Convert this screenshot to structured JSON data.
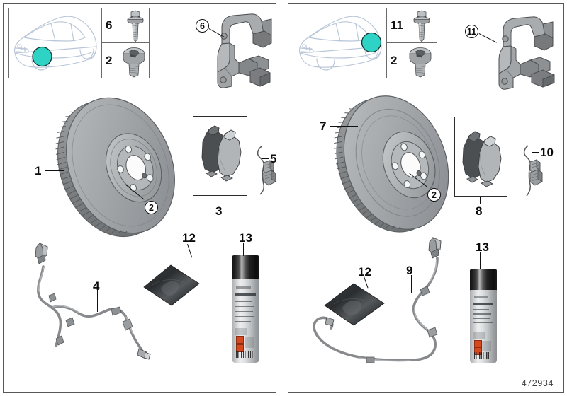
{
  "diagram": {
    "part_number": "472934",
    "accent_marker_color": "#2fd3c6",
    "line_color": "#111111",
    "metal_color": "#9b9ea1"
  },
  "panels": [
    {
      "id": "front-axle",
      "car_inset": {
        "marker_position": "front-wheel",
        "marker_color": "#2fd3c6"
      },
      "bolt_cells": [
        {
          "number": "6",
          "icon": "flange-hex-bolt-icon"
        },
        {
          "number": "2",
          "icon": "countersunk-socket-screw-icon"
        }
      ],
      "callouts": [
        {
          "number": "6",
          "style": "circle",
          "target": "caliper-carrier"
        },
        {
          "number": "1",
          "style": "plain",
          "target": "brake-disc-front"
        },
        {
          "number": "2",
          "style": "circle",
          "target": "disc-retaining-screw"
        },
        {
          "number": "3",
          "style": "plain",
          "target": "brake-pad-set-front"
        },
        {
          "number": "5",
          "style": "plain",
          "target": "pad-retaining-spring-front"
        },
        {
          "number": "4",
          "style": "plain",
          "target": "brake-pad-wear-sensor-front"
        },
        {
          "number": "12",
          "style": "plain",
          "target": "lubricant-sachet"
        },
        {
          "number": "13",
          "style": "plain",
          "target": "brake-cleaner-spray"
        }
      ]
    },
    {
      "id": "rear-axle",
      "car_inset": {
        "marker_position": "rear-wheel",
        "marker_color": "#2fd3c6"
      },
      "bolt_cells": [
        {
          "number": "11",
          "icon": "flange-hex-bolt-icon"
        },
        {
          "number": "2",
          "icon": "countersunk-socket-screw-icon"
        }
      ],
      "callouts": [
        {
          "number": "11",
          "style": "circle",
          "target": "caliper-carrier-rear"
        },
        {
          "number": "7",
          "style": "plain",
          "target": "brake-disc-rear"
        },
        {
          "number": "2",
          "style": "circle",
          "target": "disc-retaining-screw-rear"
        },
        {
          "number": "8",
          "style": "plain",
          "target": "brake-pad-set-rear"
        },
        {
          "number": "10",
          "style": "plain",
          "target": "pad-retaining-spring-rear"
        },
        {
          "number": "9",
          "style": "plain",
          "target": "brake-pad-wear-sensor-rear"
        },
        {
          "number": "12",
          "style": "plain",
          "target": "lubricant-sachet-rear"
        },
        {
          "number": "13",
          "style": "plain",
          "target": "brake-cleaner-spray-rear"
        }
      ]
    }
  ],
  "labels": {
    "n1": "1",
    "n2": "2",
    "n3": "3",
    "n4": "4",
    "n5": "5",
    "n6": "6",
    "n7": "7",
    "n8": "8",
    "n9": "9",
    "n10": "10",
    "n11": "11",
    "n12": "12",
    "n13": "13"
  }
}
